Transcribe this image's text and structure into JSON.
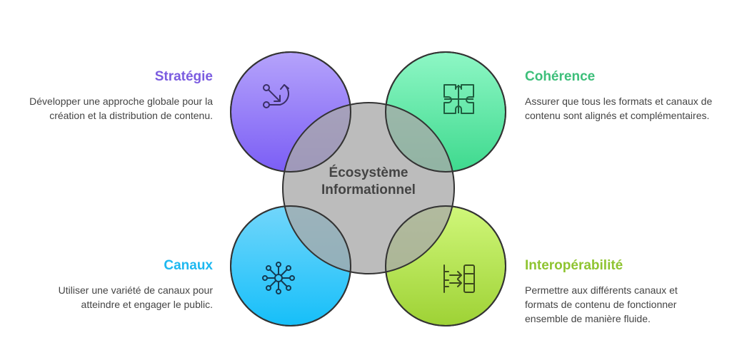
{
  "center": {
    "line1": "Écosystème",
    "line2": "Informationnel"
  },
  "quadrants": {
    "strategie": {
      "title": "Stratégie",
      "description": "Développer une approche globale pour la création et la distribution de contenu.",
      "icon": "route-icon",
      "color": "#7b5ce0"
    },
    "coherence": {
      "title": "Cohérence",
      "description": "Assurer que tous les formats et canaux de contenu sont alignés et complémentaires.",
      "icon": "puzzle-icon",
      "color": "#3dbf7a"
    },
    "canaux": {
      "title": "Canaux",
      "description": "Utiliser une variété de canaux pour atteindre et engager le public.",
      "icon": "network-icon",
      "color": "#1eb8f0"
    },
    "interoperabilite": {
      "title": "Interopérabilité",
      "description": "Permettre aux différents canaux et formats de contenu de fonctionner ensemble de manière fluide.",
      "icon": "exchange-icon",
      "color": "#8fc431"
    }
  }
}
